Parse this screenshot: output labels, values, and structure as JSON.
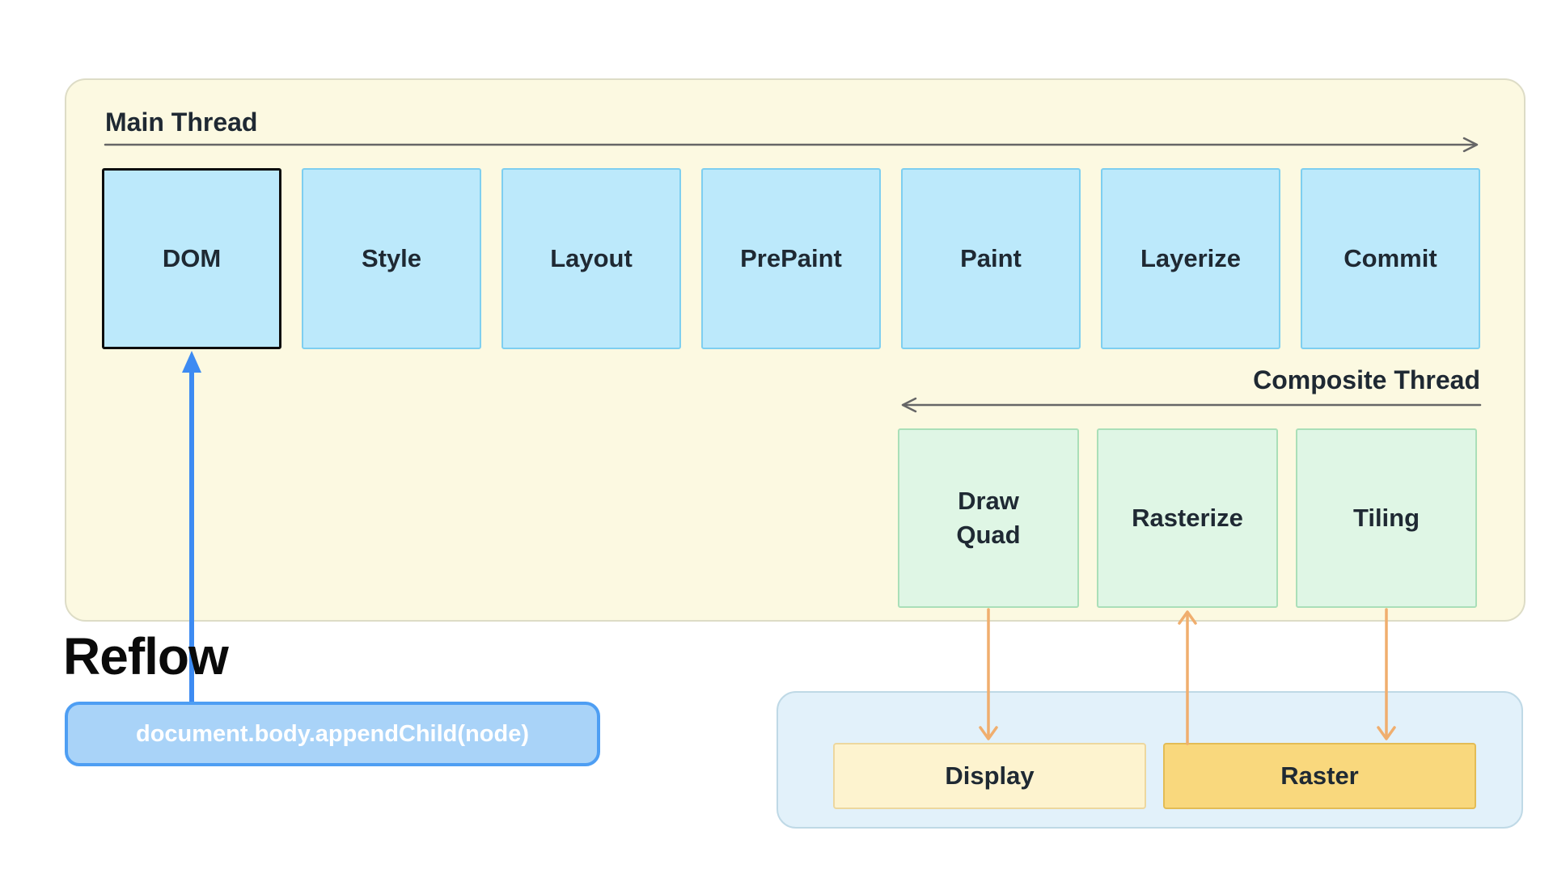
{
  "diagram": {
    "main_thread": {
      "label": "Main Thread",
      "stages": [
        "DOM",
        "Style",
        "Layout",
        "PrePaint",
        "Paint",
        "Layerize",
        "Commit"
      ]
    },
    "composite_thread": {
      "label": "Composite Thread",
      "stages": [
        "Draw Quad",
        "Rasterize",
        "Tiling"
      ]
    },
    "output": {
      "stages": [
        "Display",
        "Raster"
      ]
    },
    "annotation": {
      "title": "Reflow",
      "code": "document.body.appendChild(node)"
    }
  },
  "colors": {
    "main-thread-bg": "#FCF9E1",
    "main-thread-border": "#DDDCC6",
    "stage-blue-bg": "#BCE9FB",
    "stage-blue-border": "#7ECFF0",
    "stage-green-bg": "#DFF6E5",
    "stage-green-border": "#AADFB8",
    "output-bg": "#E2F1FA",
    "output-border": "#BFD9E6",
    "display-bg": "#FDF3CF",
    "display-border": "#EDD79E",
    "raster-bg": "#F9D87D",
    "raster-border": "#E3BC55",
    "code-bg": "#A9D3F8",
    "code-border": "#4E9EF3",
    "arrow-blue": "#3D8BF2",
    "arrow-orange": "#F0AE6E",
    "arrow-gray": "#666666",
    "text-dark": "#1F2933"
  }
}
